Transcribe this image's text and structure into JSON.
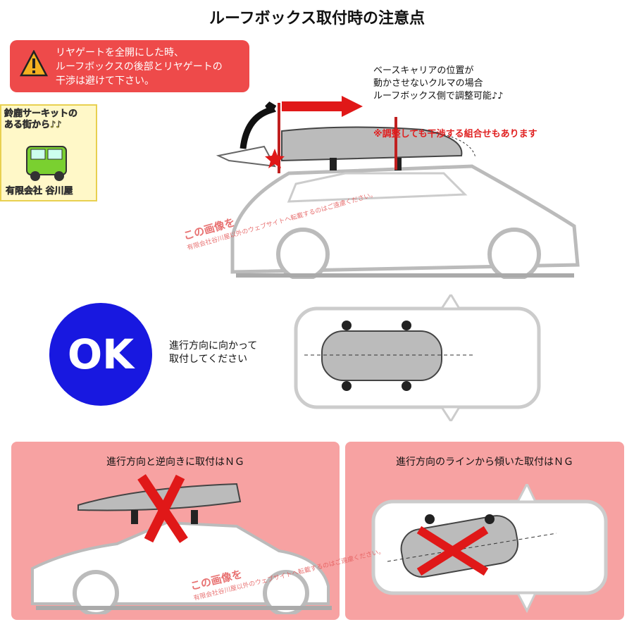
{
  "title": "ルーフボックス取付時の注意点",
  "warning": {
    "icon": "warning-triangle-icon",
    "text": "リヤゲートを全開にした時、\nルーフボックスの後部とリヤゲートの\n干渉は避けて下さい。"
  },
  "note": {
    "lines": "ベースキャリアの位置が\n動かさせないクルマの場合\nルーフボックス側で調整可能♪♪",
    "caution": "※調整しても干渉する組合せもあります"
  },
  "logo": {
    "line1": "鈴鹿サーキットの\nある街から♪♪",
    "company": "有限会社 谷川屋"
  },
  "ok": {
    "badge": "OK",
    "text": "進行方向に向かって\n取付してください"
  },
  "ng_panels": [
    {
      "title": "進行方向と逆向きに取付はＮＧ"
    },
    {
      "title": "進行方向のラインから傾いた取付はＮＧ"
    }
  ],
  "watermark": {
    "line1": "この画像を",
    "line2": "有限会社谷川屋以外のウェブサイトへ転載するのはご遠慮ください。"
  },
  "colors": {
    "red": "#ee4a4a",
    "blue": "#1818e0",
    "pink": "#f7a2a2"
  }
}
